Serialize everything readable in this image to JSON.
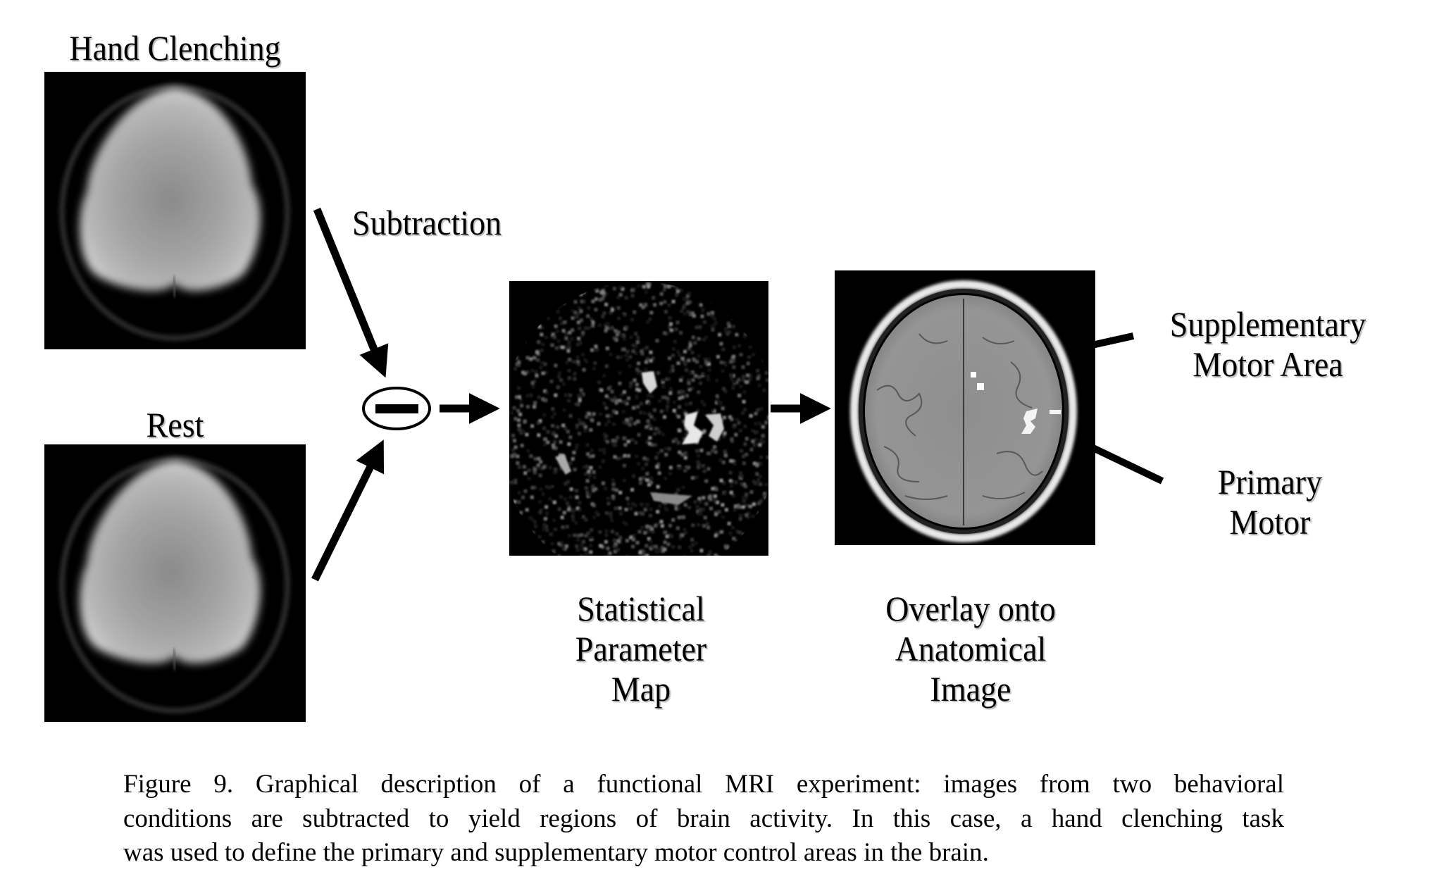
{
  "figure": {
    "panels": {
      "hand_clenching": {
        "title": "Hand Clenching",
        "image": "EPI brain slice (task condition)"
      },
      "rest": {
        "title": "Rest",
        "image": "EPI brain slice (rest condition)"
      },
      "statistical_map": {
        "label_lines": [
          "Statistical",
          "Parameter",
          "Map"
        ],
        "image": "statistical parameter map (noisy activation map)"
      },
      "overlay": {
        "label_lines": [
          "Overlay onto",
          "Anatomical",
          "Image"
        ],
        "image": "T1 anatomical slice with activation overlay"
      }
    },
    "operation": {
      "label": "Subtraction",
      "symbol": "minus-in-ellipse"
    },
    "annotations": [
      {
        "label_lines": [
          "Supplementary",
          "Motor Area"
        ],
        "points_to": "supplementary motor area activation"
      },
      {
        "label_lines": [
          "Primary",
          "Motor"
        ],
        "points_to": "primary motor activation"
      }
    ],
    "arrows": [
      {
        "from": "hand_clenching",
        "to": "subtraction"
      },
      {
        "from": "rest",
        "to": "subtraction"
      },
      {
        "from": "subtraction",
        "to": "statistical_map"
      },
      {
        "from": "statistical_map",
        "to": "overlay"
      }
    ]
  },
  "caption": {
    "lines": [
      "Figure 9.  Graphical description of a functional MRI experiment:  images from two behavioral",
      "conditions are subtracted to yield regions of brain activity.  In this case, a hand clenching task",
      "was used to define the primary and supplementary motor control areas in the brain."
    ]
  }
}
